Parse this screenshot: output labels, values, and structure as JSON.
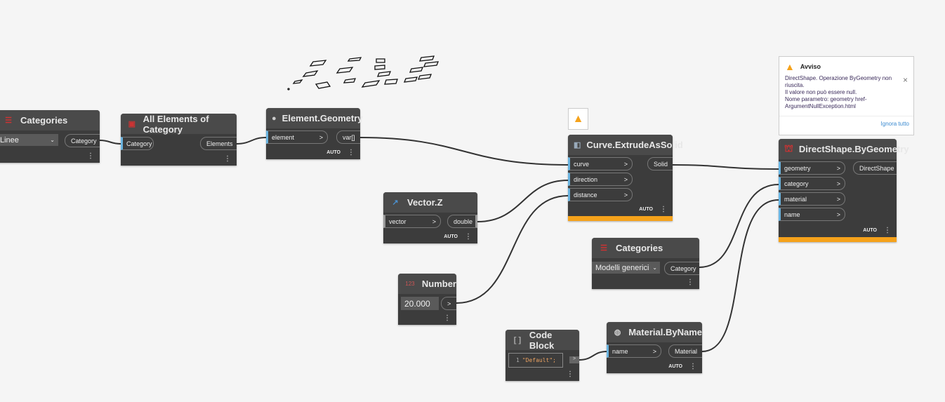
{
  "nodes": {
    "categories1": {
      "title": "Categories",
      "selected": "Linee",
      "output": "Category"
    },
    "all_elements": {
      "title": "All Elements of Category",
      "input": "Category",
      "output": "Elements"
    },
    "element_geometry": {
      "title": "Element.Geometry",
      "input": "element",
      "output": "var[]",
      "lacing": "AUTO"
    },
    "extrude": {
      "title": "Curve.ExtrudeAsSolid",
      "inputs": [
        "curve",
        "direction",
        "distance"
      ],
      "output": "Solid",
      "lacing": "AUTO"
    },
    "vector_z": {
      "title": "Vector.Z",
      "input": "vector",
      "output": "double",
      "lacing": "AUTO"
    },
    "number": {
      "title": "Number",
      "icon_text": "123",
      "value": "20.000",
      "output": ">"
    },
    "categories2": {
      "title": "Categories",
      "selected": "Modelli generici",
      "output": "Category"
    },
    "code_block": {
      "title": "Code Block",
      "line_no": "1",
      "code": "\"Default\";",
      "output": ">"
    },
    "material": {
      "title": "Material.ByName",
      "input": "name",
      "output": "Material",
      "lacing": "AUTO"
    },
    "directshape": {
      "title": "DirectShape.ByGeometry",
      "inputs": [
        "geometry",
        "category",
        "material",
        "name"
      ],
      "output": "DirectShape",
      "lacing": "AUTO"
    }
  },
  "warning": {
    "title": "Avviso",
    "lines": [
      "DirectShape. Operazione ByGeometry non riuscita.",
      "Il valore non può essere null.",
      "Nome parametro: geometry href-ArgumentNullException.html"
    ],
    "dismiss": "Ignora tutto"
  },
  "colors": {
    "port": "#6ab4e0",
    "warning": "#f5a21b",
    "node": "#3c3c3c"
  }
}
